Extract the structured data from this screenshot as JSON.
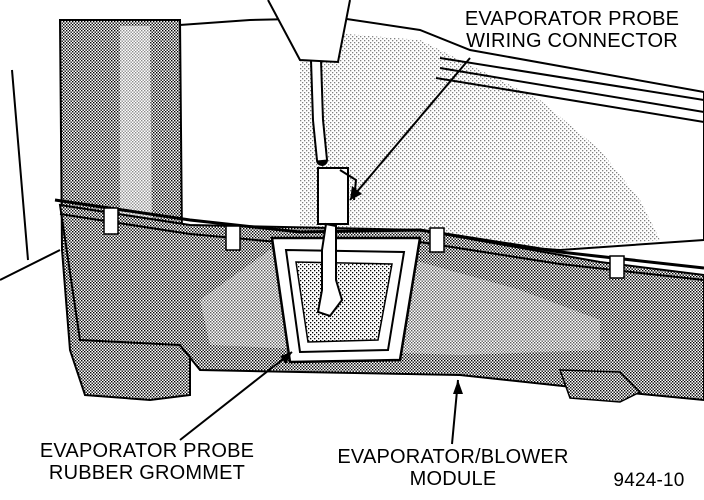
{
  "labels": {
    "connector": {
      "line1": "EVAPORATOR PROBE",
      "line2": "WIRING CONNECTOR"
    },
    "grommet": {
      "line1": "EVAPORATOR PROBE",
      "line2": "RUBBER GROMMET"
    },
    "module": {
      "line1": "EVAPORATOR/BLOWER",
      "line2": "MODULE"
    },
    "figure_number": "9424-10"
  },
  "colors": {
    "ink": "#000000",
    "shade": "#9a9a9a",
    "paper": "#ffffff"
  }
}
